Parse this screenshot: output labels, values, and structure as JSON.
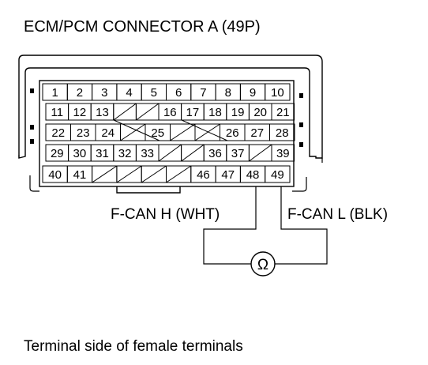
{
  "title": "ECM/PCM CONNECTOR A (49P)",
  "footer": "Terminal side of female terminals",
  "connector": {
    "rows": [
      {
        "cells": [
          {
            "label": "1"
          },
          {
            "label": "2"
          },
          {
            "label": "3"
          },
          {
            "label": "4"
          },
          {
            "label": "5"
          },
          {
            "label": "6"
          },
          {
            "label": "7"
          },
          {
            "label": "8"
          },
          {
            "label": "9"
          },
          {
            "label": "10"
          }
        ]
      },
      {
        "cells": [
          {
            "label": "11"
          },
          {
            "label": "12"
          },
          {
            "label": "13"
          },
          {
            "empty": true
          },
          {
            "empty": true
          },
          {
            "label": "16"
          },
          {
            "label": "17"
          },
          {
            "label": "18"
          },
          {
            "label": "19"
          },
          {
            "label": "20"
          },
          {
            "label": "21"
          }
        ]
      },
      {
        "cells": [
          {
            "label": "22"
          },
          {
            "label": "23"
          },
          {
            "label": "24"
          },
          {
            "empty": true
          },
          {
            "label": "25"
          },
          {
            "empty": true
          },
          {
            "empty": true
          },
          {
            "label": "26"
          },
          {
            "label": "27"
          },
          {
            "label": "28"
          }
        ]
      },
      {
        "cells": [
          {
            "label": "29"
          },
          {
            "label": "30"
          },
          {
            "label": "31"
          },
          {
            "label": "32"
          },
          {
            "label": "33"
          },
          {
            "empty": true
          },
          {
            "empty": true
          },
          {
            "label": "36"
          },
          {
            "label": "37"
          },
          {
            "empty": true
          },
          {
            "label": "39"
          }
        ]
      },
      {
        "cells": [
          {
            "label": "40"
          },
          {
            "label": "41"
          },
          {
            "empty": true
          },
          {
            "empty": true
          },
          {
            "empty": true
          },
          {
            "empty": true
          },
          {
            "label": "46"
          },
          {
            "label": "47"
          },
          {
            "label": "48"
          },
          {
            "label": "49"
          }
        ]
      }
    ]
  },
  "probes": [
    {
      "terminal": "48",
      "label": "F-CAN H (WHT)"
    },
    {
      "terminal": "49",
      "label": "F-CAN L (BLK)"
    }
  ],
  "meter_symbol": "Ω"
}
